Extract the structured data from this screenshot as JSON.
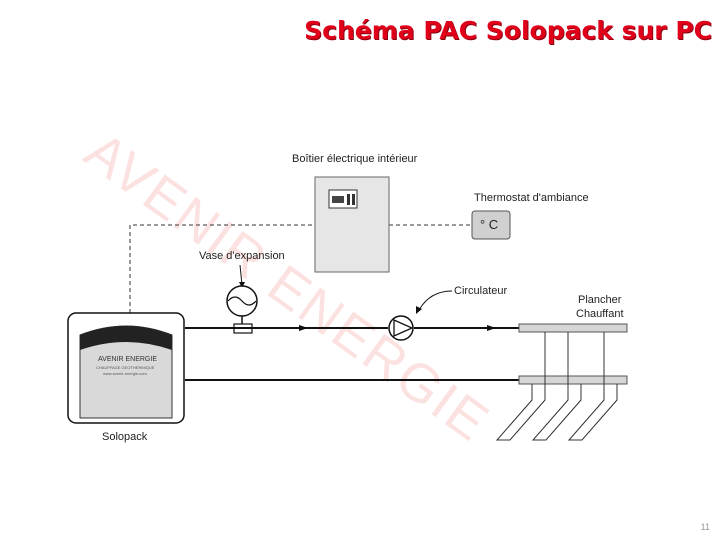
{
  "title": "Schéma PAC Solopack sur PC",
  "watermark": "AVENIR ENERGIE",
  "labels": {
    "boitier": "Boîtier électrique intérieur",
    "thermostat": "Thermostat d'ambiance",
    "thermostat_display": "° C",
    "vase": "Vase d'expansion",
    "circulateur": "Circulateur",
    "plancher_1": "Plancher",
    "plancher_2": "Chauffant",
    "solopack": "Solopack",
    "unit_brand": "AVENIR ENERGIE",
    "unit_sub": "CHAUFFAGE GEOTHERMIQUE",
    "unit_url": "www.avenir-energie.com"
  },
  "page_number": "11",
  "colors": {
    "title": "#e0001a",
    "watermark": "#f07878",
    "line": "#111111",
    "unit_fill": "#d9d9d9"
  }
}
